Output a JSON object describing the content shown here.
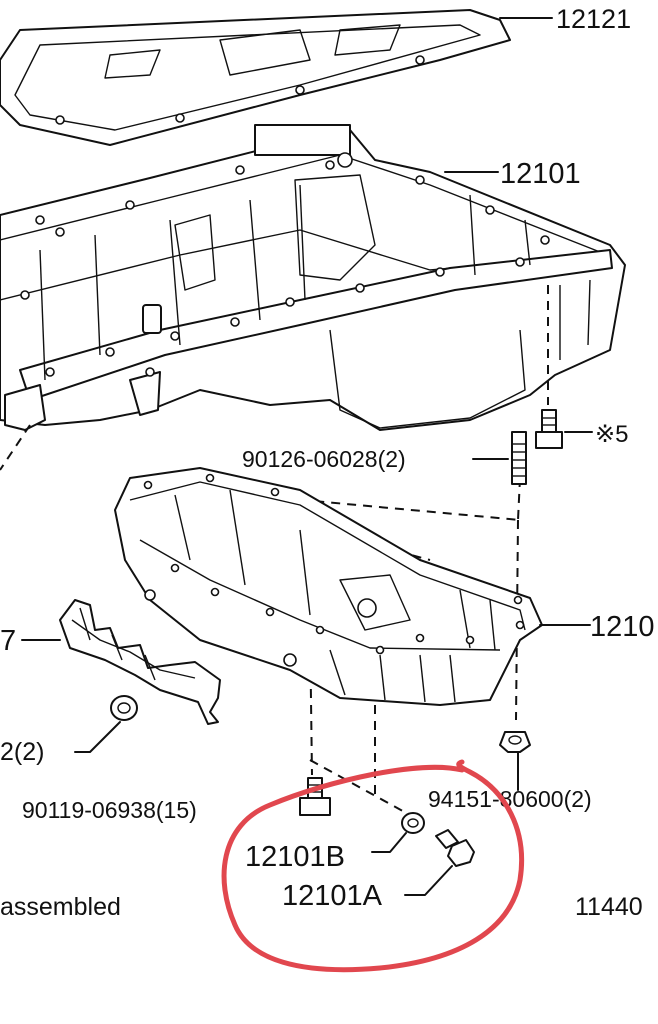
{
  "labels": {
    "gasket": "12121",
    "upper_pan": "12101",
    "mark_5": "※5",
    "stud": "90126-06028(2)",
    "lower_pan": "1210",
    "bracket": "7",
    "grommet": "2(2)",
    "bolt_15": "90119-06938(15)",
    "nut": "94151-80600(2)",
    "drain_gasket": "12101B",
    "drain_plug": "12101A",
    "assembled": "assembled",
    "ref": "11440"
  },
  "colors": {
    "line": "#111111",
    "highlight": "#e1474e",
    "background": "#ffffff"
  }
}
